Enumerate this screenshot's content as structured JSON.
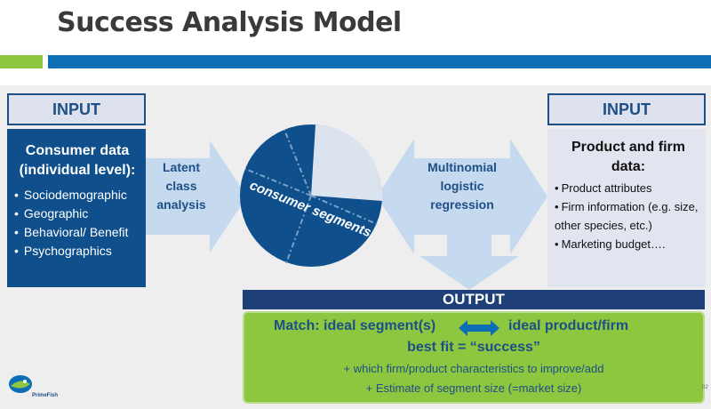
{
  "title": "Success Analysis Model",
  "input_left": {
    "header": "INPUT",
    "title": "Consumer data (individual level):",
    "items": [
      "Sociodemographic",
      "Geographic",
      "Behavioral/ Benefit",
      "Psychographics"
    ]
  },
  "arrow_latent": {
    "lines": [
      "Latent",
      "class",
      "analysis"
    ]
  },
  "pie": {
    "label": "consumer segments"
  },
  "arrow_multinomial": {
    "lines": [
      "Multinomial",
      "logistic",
      "regression"
    ]
  },
  "input_right": {
    "header": "INPUT",
    "title": "Product and firm data:",
    "items": [
      "Product  attributes",
      "Firm information (e.g. size, other species, etc.)",
      "Marketing budget…."
    ]
  },
  "output": {
    "header": "OUTPUT",
    "match_left": "Match: ideal segment(s)",
    "match_right": "ideal product/firm",
    "best_fit": "best fit  = “success”",
    "which_firm": "+ which firm/product characteristics to improve/add",
    "estimate": "+ Estimate of segment size (=market size)"
  },
  "logo": {
    "text": "PrimeFish",
    "icon": "fish-logo-icon"
  },
  "page_number": "02",
  "colors": {
    "navy": "#0e4f8c",
    "dark_blue": "#1e4f86",
    "accent_blue": "#0d6db5",
    "green": "#8dc63f",
    "arrow_fill": "#c5d9ef"
  }
}
